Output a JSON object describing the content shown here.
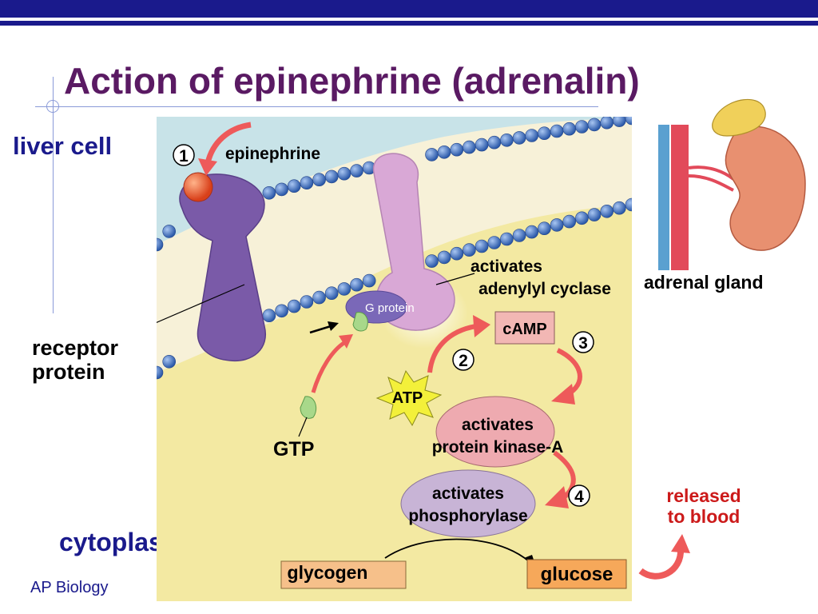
{
  "slide": {
    "title": "Action of epinephrine (adrenalin)",
    "footer": "AP Biology"
  },
  "labels": {
    "liver_cell": "liver cell",
    "epinephrine": "epinephrine",
    "receptor_protein_line1": "receptor",
    "receptor_protein_line2": "protein",
    "g_protein": "G protein",
    "adenylyl_line1": "activates",
    "adenylyl_line2": "adenylyl cyclase",
    "camp": "cAMP",
    "atp": "ATP",
    "gtp": "GTP",
    "pka_line1": "activates",
    "pka_line2": "protein kinase-A",
    "phos_line1": "activates",
    "phos_line2": "phosphorylase",
    "glycogen": "glycogen",
    "glucose": "glucose",
    "cytoplasm": "cytoplasm",
    "adrenal_gland": "adrenal gland",
    "released_line1": "released",
    "released_line2": "to blood"
  },
  "steps": [
    "1",
    "2",
    "3",
    "4"
  ],
  "colors": {
    "title": "#5a1a63",
    "blue_text": "#1a1a8c",
    "topbar": "#1a1a8c",
    "membrane_head": "#3a6fc4",
    "cytoplasm_bg": "#f3e9a2",
    "outside_bg": "#c8e3e8",
    "receptor": "#7a5aa8",
    "adenylyl_cyclase": "#d9a8d6",
    "red_arrow": "#ee5a5a",
    "released_text": "#cc1a1a",
    "box_orange": "#f6c08a",
    "ellipse_pink": "#eeaab0",
    "atp_star": "#f3f03a"
  }
}
